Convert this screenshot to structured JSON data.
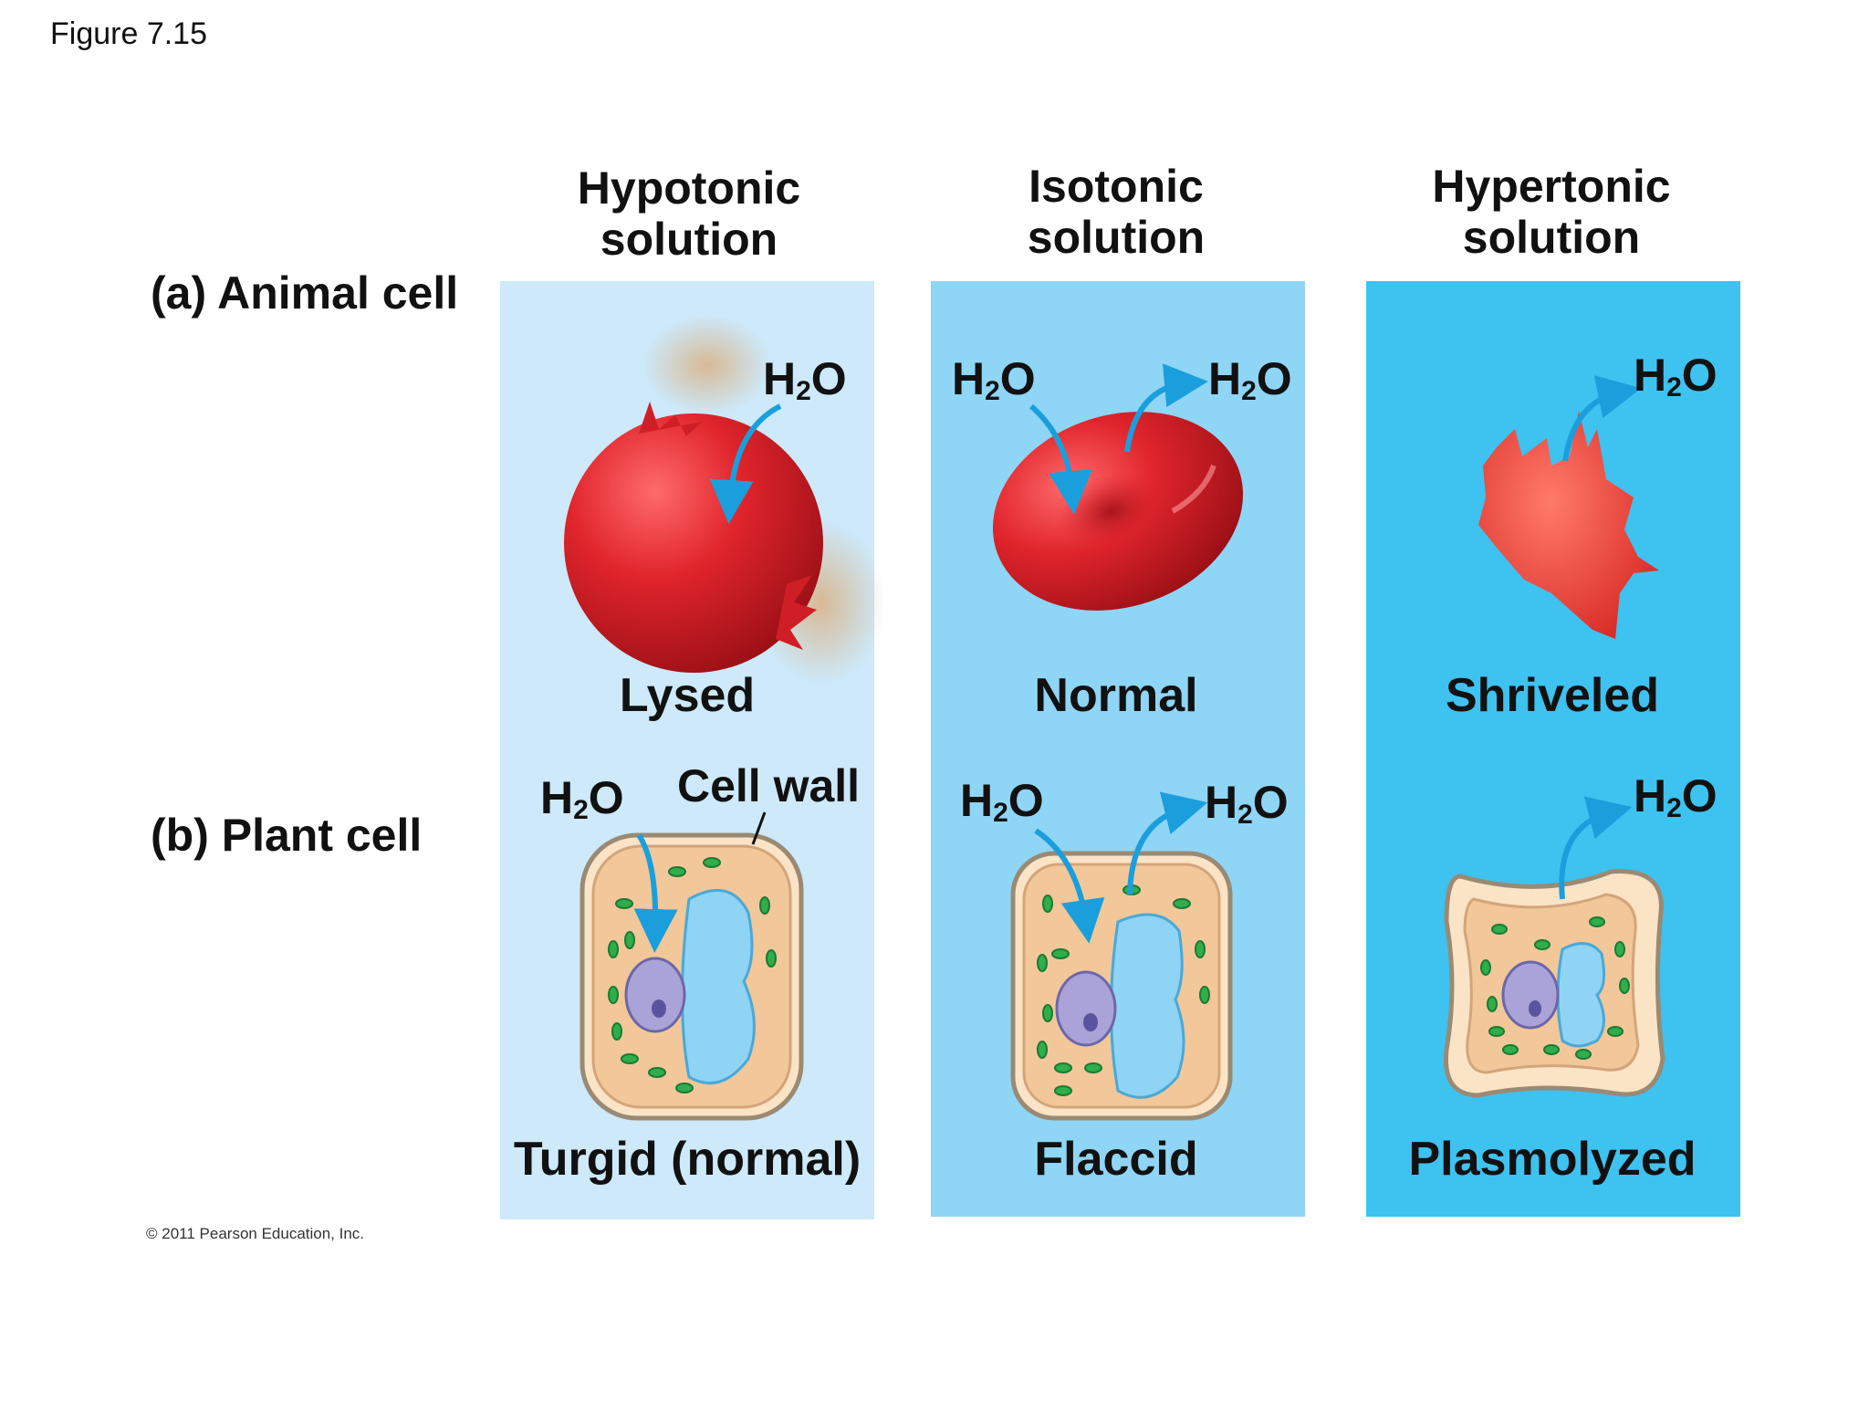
{
  "figure_label": "Figure 7.15",
  "copyright": "© 2011 Pearson Education, Inc.",
  "columns": [
    {
      "line1": "Hypotonic",
      "line2": "solution"
    },
    {
      "line1": "Isotonic",
      "line2": "solution"
    },
    {
      "line1": "Hypertonic",
      "line2": "solution"
    }
  ],
  "rows": {
    "animal": "(a) Animal cell",
    "plant": "(b) Plant cell"
  },
  "animal_states": [
    "Lysed",
    "Normal",
    "Shriveled"
  ],
  "plant_states": [
    "Turgid (normal)",
    "Flaccid",
    "Plasmolyzed"
  ],
  "water_label": {
    "base": "H",
    "sub": "2",
    "tail": "O"
  },
  "cell_wall_label": "Cell wall",
  "colors": {
    "hypotonic_bg": "#cde9fa",
    "isotonic_bg": "#8fd5f5",
    "hypertonic_bg": "#3ec2f0",
    "arrow": "#1a9fdc",
    "blood_cell": "#e0242c",
    "cytoplasm": "#f2c79a",
    "chloroplast": "#2fae4a",
    "vacuole": "#8fd3f5",
    "nucleus": "#a9a3d8"
  }
}
